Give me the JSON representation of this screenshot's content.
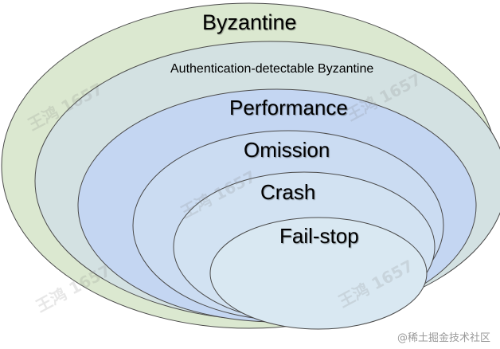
{
  "layers": [
    {
      "label": "Byzantine",
      "fill": "#dbe8d0"
    },
    {
      "label": "Authentication-detectable Byzantine",
      "fill": "#d3e1e2"
    },
    {
      "label": "Performance",
      "fill": "#c4d6f2"
    },
    {
      "label": "Omission",
      "fill": "#cbdcf2"
    },
    {
      "label": "Crash",
      "fill": "#d2e2f2"
    },
    {
      "label": "Fail-stop",
      "fill": "#d9e8f2"
    }
  ],
  "watermarks": [
    "王鸿 1657",
    "王鸿 1657",
    "王鸿 1657",
    "王鸿 1657",
    "王鸿 1657"
  ],
  "credit": "@稀土掘金技术社区",
  "colors": {
    "outline": "#4a4a4a",
    "text": "#000000"
  }
}
